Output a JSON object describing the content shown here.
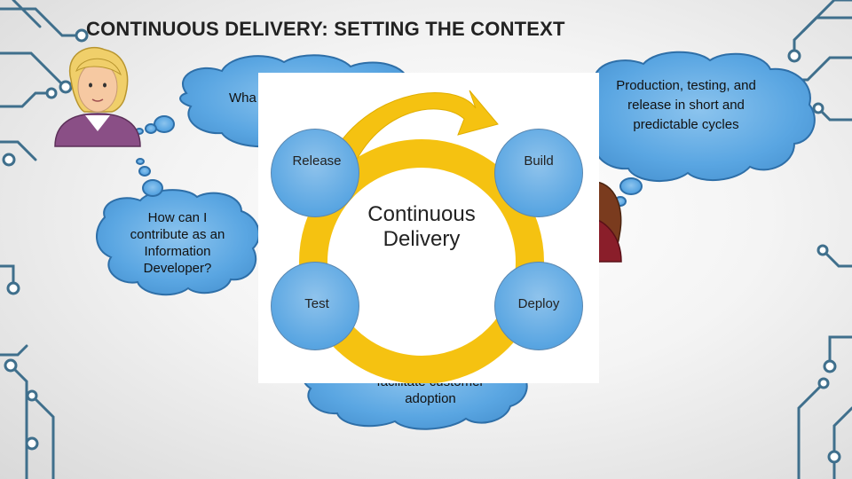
{
  "slide": {
    "title": "CONTINUOUS DELIVERY: SETTING THE CONTEXT"
  },
  "clouds": {
    "top_partial": "Wha",
    "right": "Production, testing, and release in short and predictable cycles",
    "left": "How can I contribute as an Information Developer?",
    "bottom_partial": "facilitate customer",
    "bottom": "adoption"
  },
  "diagram": {
    "center_line1": "Continuous",
    "center_line2": "Delivery",
    "stages": {
      "release": "Release",
      "build": "Build",
      "test": "Test",
      "deploy": "Deploy"
    }
  },
  "colors": {
    "cloud_fill": "#5aa6e2",
    "cloud_stroke": "#2e6fa8",
    "ring_yellow": "#f5c211",
    "circuit": "#3f6f8c"
  },
  "icons": {
    "person_left": "woman-avatar-icon",
    "person_right": "woman-avatar-icon"
  }
}
